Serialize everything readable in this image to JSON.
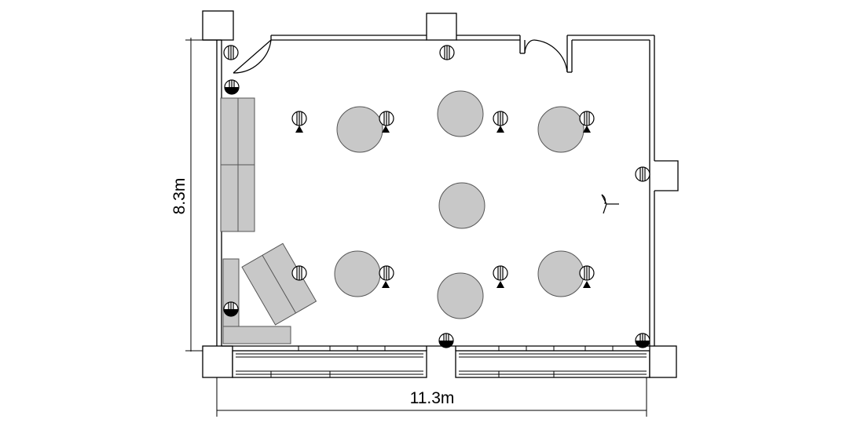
{
  "dimensions": {
    "height_label": "8.3m",
    "width_label": "11.3m"
  },
  "colors": {
    "wall": "#000000",
    "furniture_fill": "#c8c8c8",
    "background": "#ffffff"
  },
  "furniture": {
    "round_tables": 7,
    "sofas": 4,
    "lighting_fixtures": 15,
    "sensors": 6,
    "ceiling_fan": 1
  }
}
